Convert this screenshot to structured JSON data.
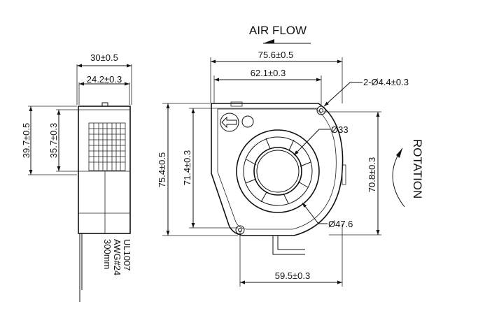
{
  "air_flow_label": "AIR FLOW",
  "rotation_label": "ROTATION",
  "side_view": {
    "overall_width": "30±0.5",
    "inner_width": "24.2±0.3",
    "overall_height": "39.7±0.5",
    "inner_height": "35.7±0.3",
    "cable_spec": [
      "UL1007",
      "AWG#24",
      "300mm"
    ]
  },
  "front_view": {
    "overall_width": "75.6±0.5",
    "hole_span_width": "62.1±0.3",
    "mount_holes": "2-Ø4.4±0.3",
    "hub_diameter": "Ø33",
    "impeller_diameter": "Ø47.6",
    "overall_height": "75.4±0.5",
    "hole_span_height": "71.4±0.3",
    "right_height": "70.8±0.3",
    "bottom_width": "59.5±0.3"
  }
}
